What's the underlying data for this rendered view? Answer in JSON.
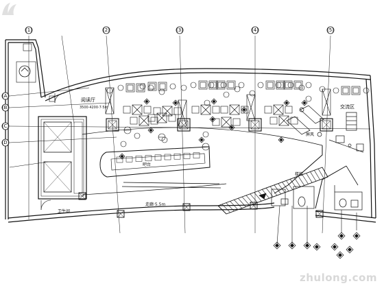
{
  "drawing": {
    "column_grid_labels": [
      "(1)",
      "(2)",
      "(3)",
      "(4)",
      "(5)"
    ],
    "row_grid_labels": [
      "(A)",
      "(B)",
      "(C)",
      "(D)"
    ],
    "room_labels": {
      "lounge": "阅读厅",
      "lounge_dim": "3500·4200·7·5m",
      "bar": "吧台",
      "corridor": "走廊·5.5m",
      "rest_area": "交流区",
      "screen": "屏风",
      "stair": "楼梯",
      "toilet": "卫生间"
    },
    "stroke_color": "#111111"
  },
  "watermark": {
    "text": "zhulong.com"
  }
}
